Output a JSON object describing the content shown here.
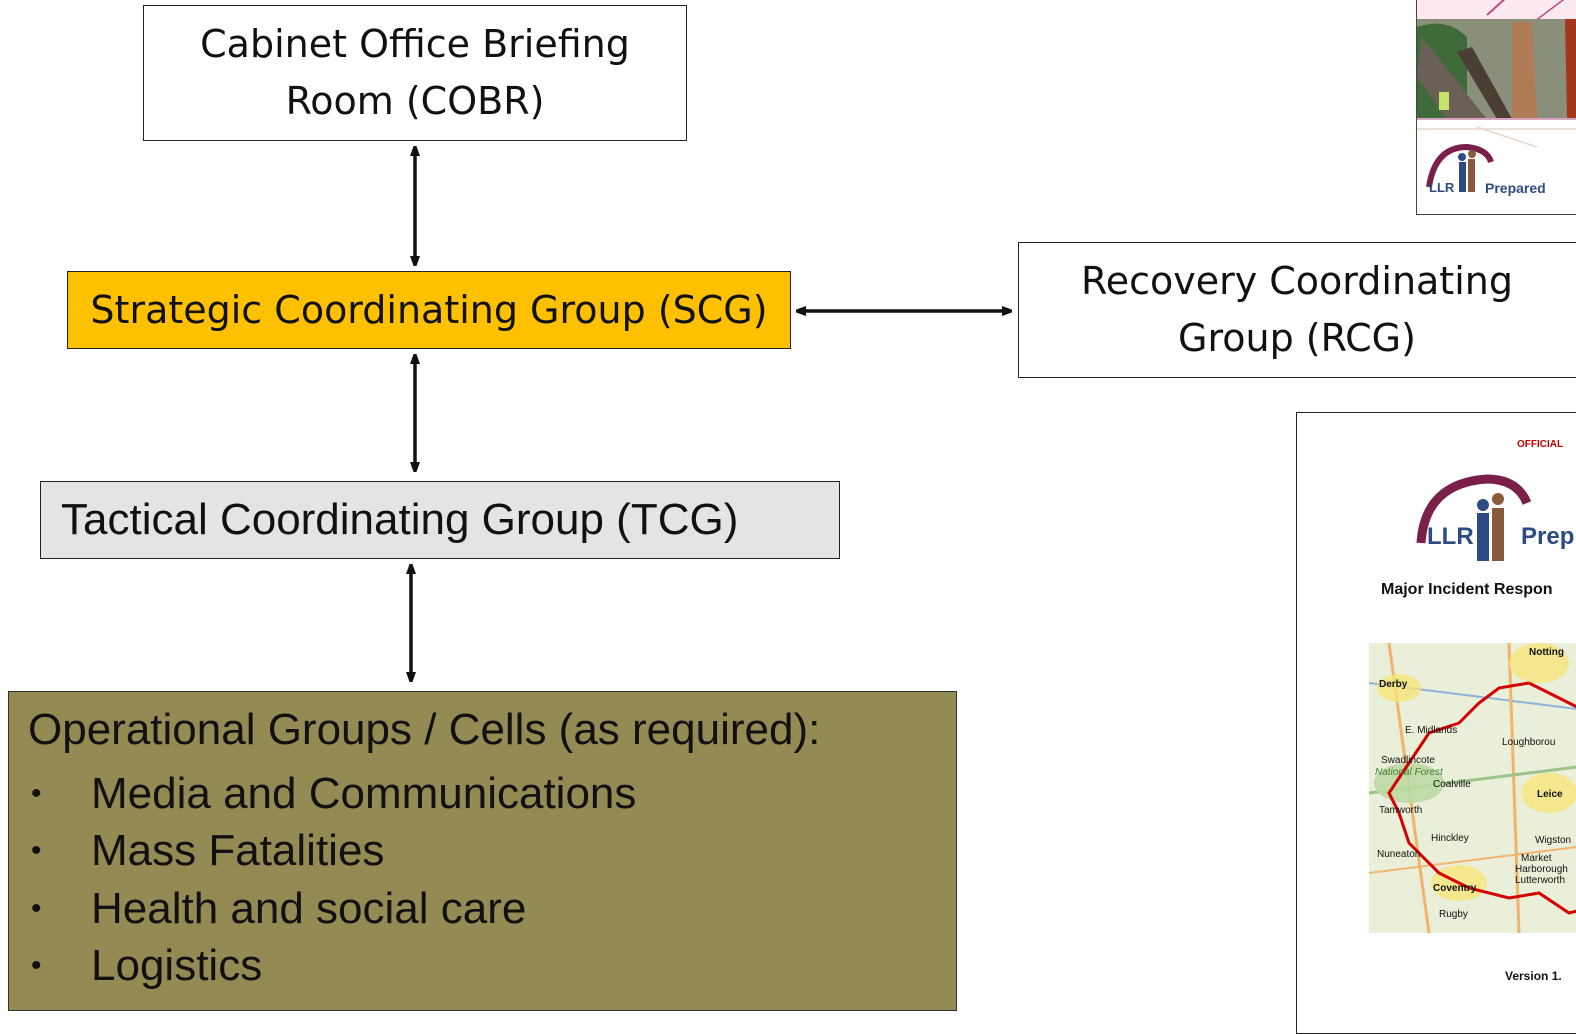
{
  "cobr": {
    "line1": "Cabinet Office Briefing",
    "line2": "Room (COBR)"
  },
  "scg": {
    "label": "Strategic Coordinating Group (SCG)"
  },
  "rcg": {
    "line1": "Recovery Coordinating",
    "line2": "Group (RCG)"
  },
  "tcg": {
    "label": "Tactical Coordinating Group (TCG)"
  },
  "ops": {
    "heading": "Operational Groups / Cells (as required):",
    "items": [
      "Media and Communications",
      "Mass Fatalities",
      "Health and social care",
      "Logistics"
    ]
  },
  "report_top": {
    "logo_text": "LLR",
    "brand": "Prepared"
  },
  "report_main": {
    "marking": "OFFICIAL",
    "logo_text": "LLR",
    "brand": "Prep",
    "title": "Major Incident Respon",
    "version": "Version 1.",
    "map_labels": [
      "Derby",
      "Notting",
      "E. Midlands",
      "Loughborou",
      "Swadlincote",
      "National Forest",
      "Coalville",
      "Leice",
      "Tamworth",
      "Hinckley",
      "Wigston",
      "Nuneaton",
      "Market",
      "Harborough",
      "Lutterworth",
      "Coventry",
      "Rugby"
    ]
  },
  "colors": {
    "scg": "#ffc000",
    "tcg": "#e4e4e4",
    "ops": "#948a54",
    "map_boundary": "#d40000"
  }
}
